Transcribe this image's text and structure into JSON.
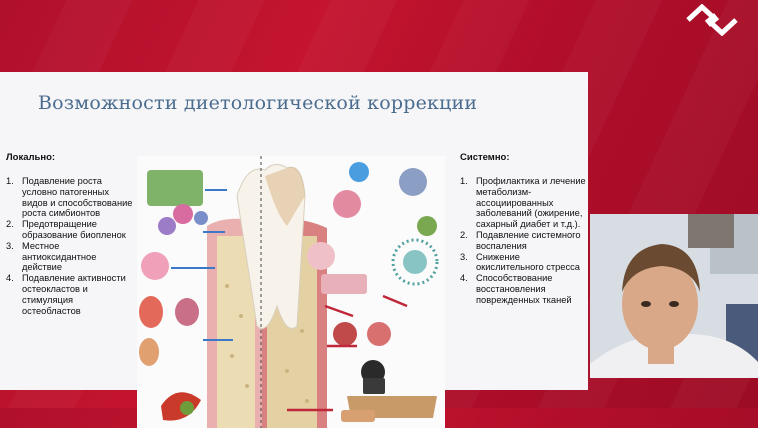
{
  "slide": {
    "title": "Возможности диетологической коррекции",
    "local": {
      "heading": "Локально:",
      "items": [
        {
          "num": "1.",
          "text": "Подавление роста условно патогенных видов и способствование роста симбионтов"
        },
        {
          "num": "2.",
          "text": "Предотвращение образование биопленок"
        },
        {
          "num": "3.",
          "text": "Местное антиоксидантное действие"
        },
        {
          "num": "4.",
          "text": "Подавление активности остеокластов и стимуляция остеобластов"
        }
      ]
    },
    "systemic": {
      "heading": "Системно:",
      "items": [
        {
          "num": "1.",
          "text": "Профилактика и лечение метаболизм-ассоциированных заболеваний (ожирение, сахарный диабет и т.д.)."
        },
        {
          "num": "2.",
          "text": "Подавление системного воспаления"
        },
        {
          "num": "3.",
          "text": "Снижение окислительного стресса"
        },
        {
          "num": "4.",
          "text": "Способствование восстановления поврежденных тканей"
        }
      ]
    }
  },
  "colors": {
    "background": "#c4142f",
    "title": "#4a6c8f",
    "gum": "#e8a0a0",
    "inflamed": "#c0283a"
  },
  "icons": {
    "logo": "brand-logo",
    "figure": "oral-systemic-health-illustration",
    "webcam": "presenter-webcam"
  }
}
